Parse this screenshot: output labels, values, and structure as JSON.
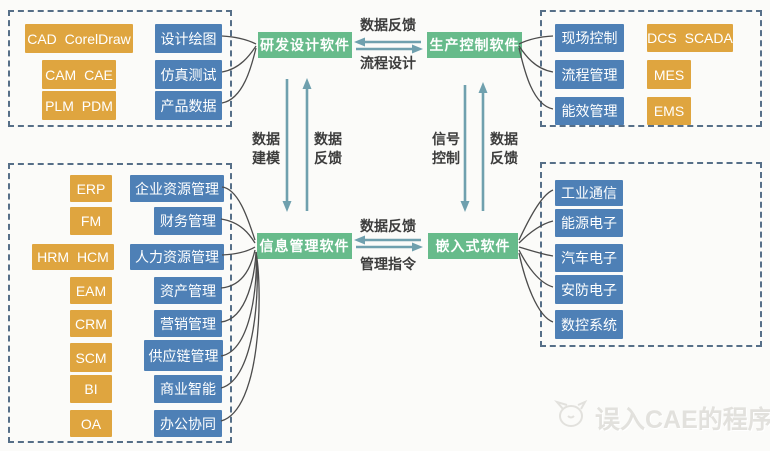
{
  "colors": {
    "orange": "#dfa53f",
    "blue": "#4e80b6",
    "green": "#67bb8b",
    "dash": "#566f88",
    "arrow": "#6fa0ae",
    "connector": "#4c4c4c",
    "watermark": "#e2e1dd"
  },
  "design_group": {
    "tools": [
      "CAD CorelDraw",
      "CAM CAE",
      "PLM PDM"
    ],
    "functions": [
      "设计绘图",
      "仿真测试",
      "产品数据"
    ]
  },
  "production_group": {
    "functions": [
      "现场控制",
      "流程管理",
      "能效管理"
    ],
    "tools": [
      "DCS SCADA",
      "MES",
      "EMS"
    ]
  },
  "management_group": {
    "tools": [
      "ERP",
      "FM",
      "HRM HCM",
      "EAM",
      "CRM",
      "SCM",
      "BI",
      "OA"
    ],
    "functions": [
      "企业资源管理",
      "财务管理",
      "人力资源管理",
      "资产管理",
      "营销管理",
      "供应链管理",
      "商业智能",
      "办公协同"
    ]
  },
  "embedded_group": {
    "functions": [
      "工业通信",
      "能源电子",
      "汽车电子",
      "安防电子",
      "数控系统"
    ]
  },
  "hubs": {
    "rd": "研发设计软件",
    "production": "生产控制软件",
    "info": "信息管理软件",
    "embedded": "嵌入式软件"
  },
  "flows": {
    "top_feedback": "数据反馈",
    "top_design": "流程设计",
    "mid_feedback": "数据反馈",
    "mid_command": "管理指令",
    "left_modeling": "数据建模",
    "left_feedback": "数据反馈",
    "right_signal": "信号控制",
    "right_feedback": "数据反馈"
  },
  "watermark": "误入CAE的程序员"
}
